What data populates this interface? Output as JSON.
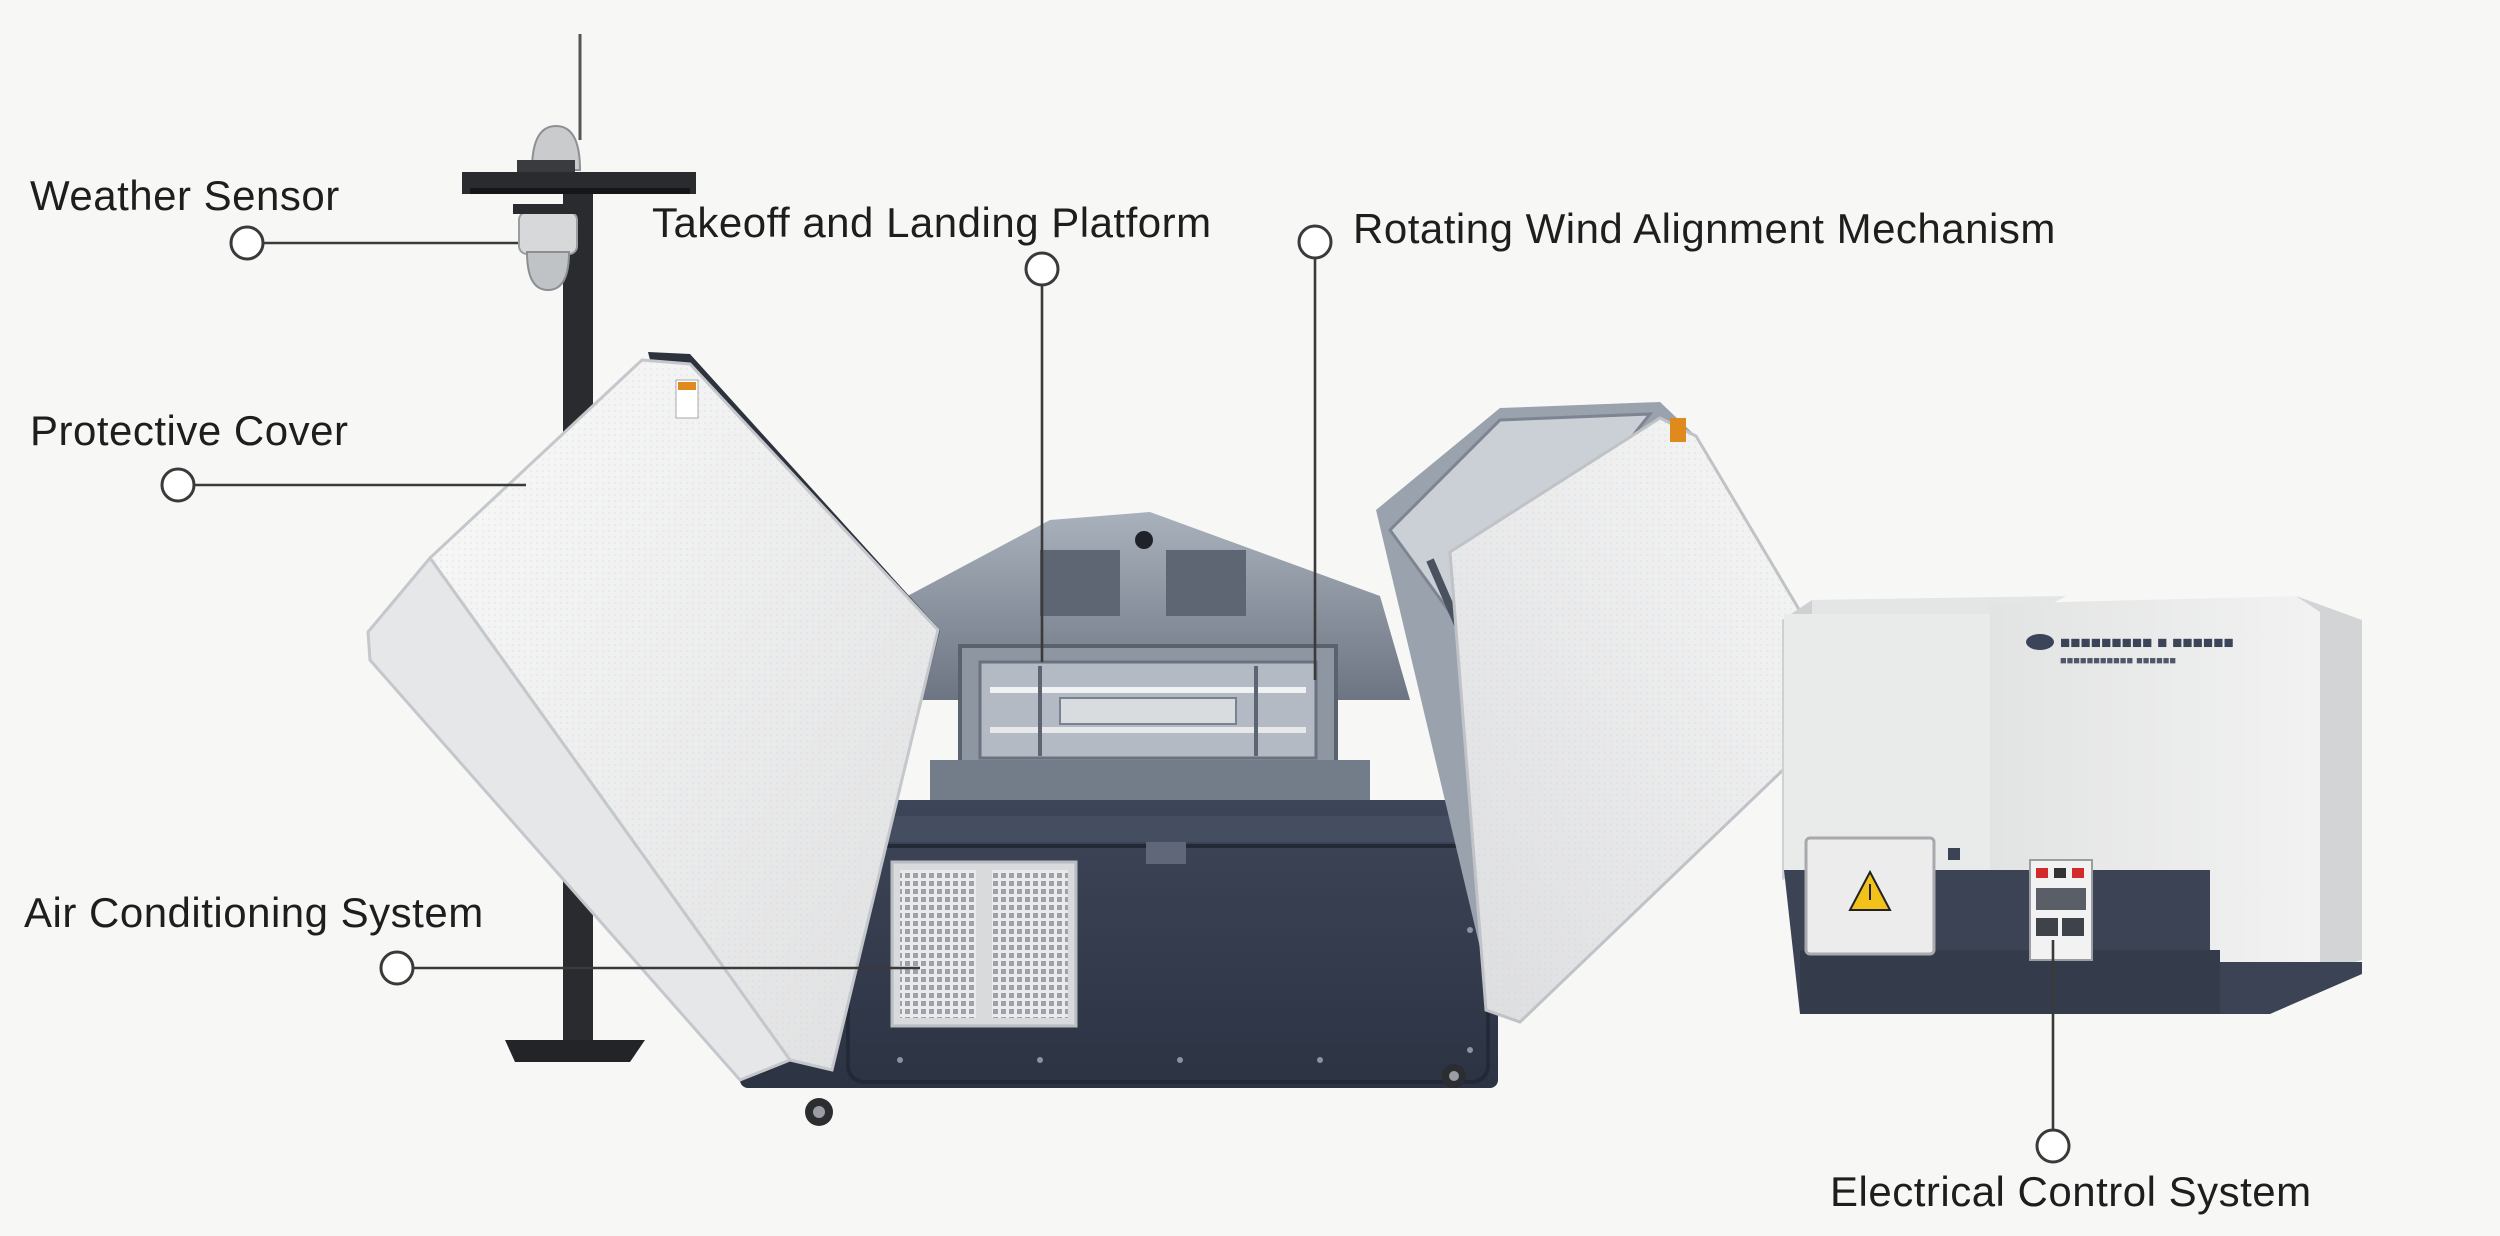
{
  "colors": {
    "background": "#f7f7f6",
    "panel_white": "#eeefef",
    "body_navy": "#343c4e",
    "frame_gray": "#7c8592",
    "pole": "#2a2b2e",
    "warning_yellow": "#f2c21b",
    "accent_orange": "#e08a1e"
  },
  "callouts": [
    {
      "id": "weather-sensor",
      "text": "Weather Sensor"
    },
    {
      "id": "takeoff-landing-platform",
      "text": "Takeoff and Landing Platform"
    },
    {
      "id": "rotating-wind-alignment",
      "text": "Rotating Wind Alignment Mechanism"
    },
    {
      "id": "protective-cover",
      "text": "Protective Cover"
    },
    {
      "id": "air-conditioning-system",
      "text": "Air Conditioning System"
    },
    {
      "id": "electrical-control-system",
      "text": "Electrical Control System"
    }
  ],
  "cabinet": {
    "brand": "■■■■■■■■■ ■ ■■■■■■",
    "brand_sub": "■■■■■■■■■■■ ■■■■■■"
  }
}
